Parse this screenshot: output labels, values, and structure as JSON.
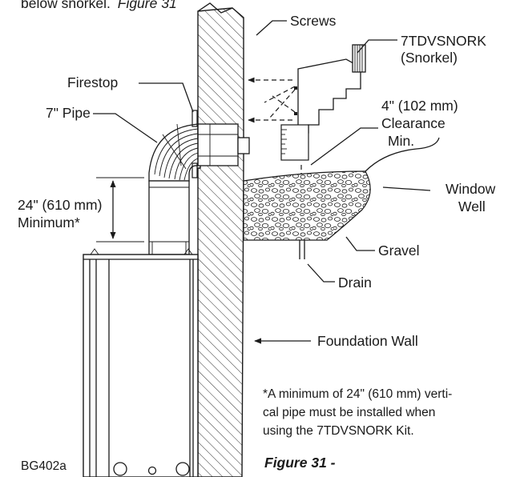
{
  "header": {
    "top_text": "below snorkel.",
    "top_figure_ref": "Figure 31"
  },
  "labels": {
    "screws": "Screws",
    "snorkel_line1": "7TDVSNORK",
    "snorkel_line2": "(Snorkel)",
    "firestop": "Firestop",
    "pipe": "7\" Pipe",
    "clearance_line1": "4\" (102 mm)",
    "clearance_line2": "Clearance",
    "clearance_line3": "Min.",
    "minimum_line1": "24\" (610 mm)",
    "minimum_line2": "Minimum*",
    "window_line1": "Window",
    "window_line2": "Well",
    "gravel": "Gravel",
    "drain": "Drain",
    "foundation": "Foundation Wall"
  },
  "note": {
    "line1": "*A minimum of 24\" (610 mm) verti-",
    "line2": "cal pipe must be installed when",
    "line3": "using the 7TDVSNORK Kit."
  },
  "footer": {
    "code": "BG402a",
    "figure_caption": "Figure 31 -"
  }
}
